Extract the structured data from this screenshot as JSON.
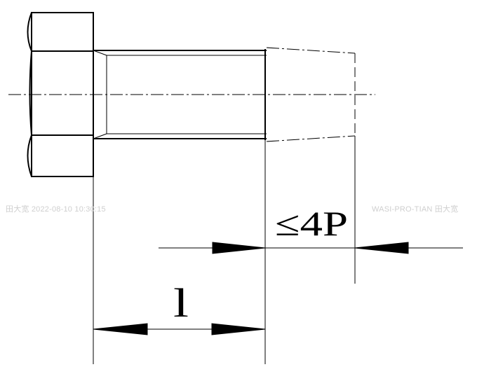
{
  "watermark": {
    "left": "田大宽  2022-08-10  10:30:15",
    "right": "WASI-PRO-TIAN  田大宽"
  },
  "dimensions": {
    "thread_runout": "≤4P",
    "length": "l"
  },
  "colors": {
    "line": "#000000",
    "watermark": "#cfcfcf"
  }
}
